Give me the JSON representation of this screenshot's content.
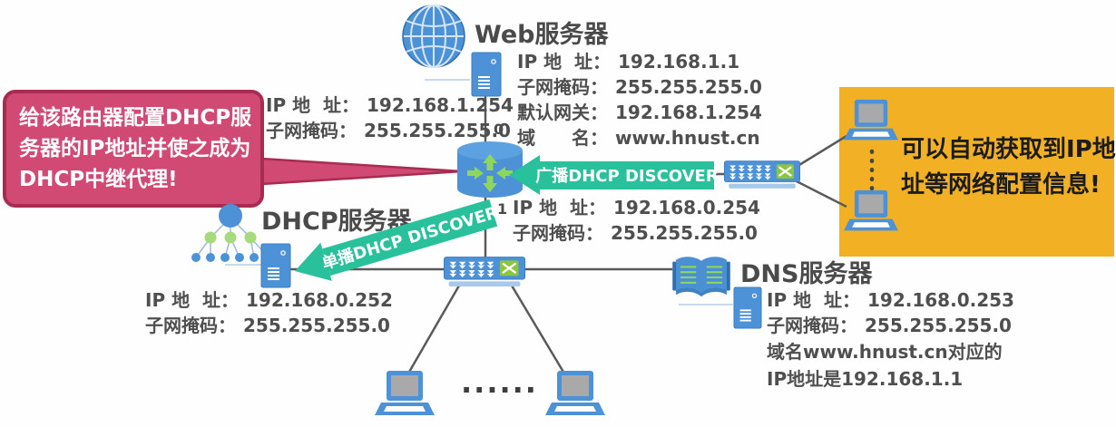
{
  "colors": {
    "device_blue": "#4d92d6",
    "device_blue_dark": "#3a7cc1",
    "arrow_green": "#29c19c",
    "lime_green": "#8fd65e",
    "switch_port_green": "#8cc63f",
    "pink_fill": "#d14a74",
    "pink_border": "#a82c52",
    "yellow_fill": "#f2b124",
    "text_dark": "#4a4a4a",
    "wire_dark": "#5a5a5a",
    "wire_light": "#c8d9ec",
    "laptop_screen_gray": "#a9a9a9"
  },
  "icons": {
    "web": "globe-icon",
    "servers": "server-tower-icon",
    "router": "router-icon",
    "switch": "switch-icon",
    "laptop": "laptop-icon",
    "dhcp": "network-tree-icon",
    "dns": "open-book-icon"
  },
  "web_server": {
    "title": "Web服务器",
    "info": [
      {
        "label": "IP 地  址：",
        "value": "192.168.1.1"
      },
      {
        "label": "子网掩码：",
        "value": "255.255.255.0"
      },
      {
        "label": "默认网关：",
        "value": "192.168.1.254"
      },
      {
        "label": "域　　名：",
        "value": "www.hnust.cn"
      }
    ]
  },
  "router": {
    "port_top": "0",
    "port_bottom": "1",
    "wan_info": [
      {
        "label": "IP 地  址：",
        "value": "192.168.1.254"
      },
      {
        "label": "子网掩码：",
        "value": "255.255.255.0"
      }
    ],
    "lan_info": [
      {
        "label": "IP 地  址：",
        "value": "192.168.0.254"
      },
      {
        "label": "子网掩码：",
        "value": "255.255.255.0"
      }
    ]
  },
  "dhcp_server": {
    "title": "DHCP服务器",
    "info": [
      {
        "label": "IP 地  址：",
        "value": "192.168.0.252"
      },
      {
        "label": "子网掩码：",
        "value": "255.255.255.0"
      }
    ]
  },
  "dns_server": {
    "title": "DNS服务器",
    "info": [
      {
        "label": "IP 地  址：",
        "value": "192.168.0.253"
      },
      {
        "label": "子网掩码：",
        "value": "255.255.255.0"
      }
    ],
    "note_lines": [
      "域名www.hnust.cn对应的",
      "IP地址是192.168.1.1"
    ]
  },
  "arrows": {
    "broadcast": "广播DHCP DISCOVER",
    "unicast": "单播DHCP DISCOVER"
  },
  "callout_pink": {
    "lines": [
      "给该路由器配置DHCP服",
      "务器的IP地址并使之成为",
      "DHCP中继代理!"
    ]
  },
  "callout_yellow": {
    "lines": [
      "可以自动获取到IP地",
      "址等网络配置信息!"
    ]
  },
  "ellipsis": "......"
}
